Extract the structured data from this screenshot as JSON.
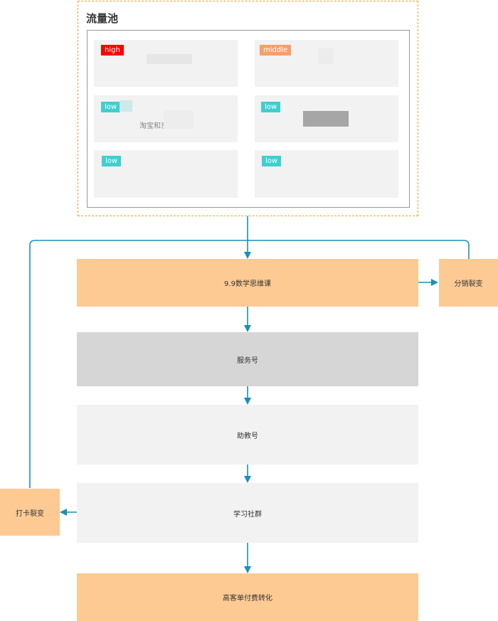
{
  "pool": {
    "title": "流量池",
    "cards": [
      {
        "tag": "high",
        "level": "high"
      },
      {
        "tag": "middle",
        "level": "middle"
      },
      {
        "tag": "low",
        "level": "low",
        "caption": "淘宝和京东"
      },
      {
        "tag": "low",
        "level": "low"
      },
      {
        "tag": "low",
        "level": "low"
      },
      {
        "tag": "low",
        "level": "low"
      }
    ]
  },
  "flow": {
    "course": "9.9数学思维课",
    "service": "服务号",
    "assistant": "助教号",
    "community": "学习社群",
    "conversion": "高客单付费转化",
    "distribution": "分销裂变",
    "checkin": "打卡裂变"
  },
  "colors": {
    "connector": "#1a8fb8",
    "orange_box": "#fdca93",
    "pool_border": "#f0a030"
  }
}
